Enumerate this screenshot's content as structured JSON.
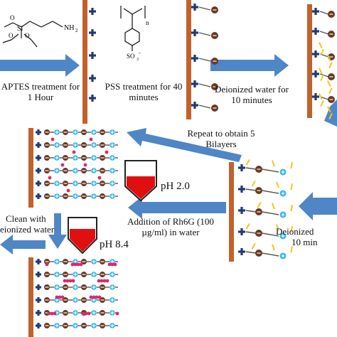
{
  "steps": {
    "aptes": {
      "line1": "APTES treatment for",
      "line2": "1 Hour"
    },
    "pss": {
      "line1": "PSS treatment for 40",
      "line2": "minutes"
    },
    "rinse1": {
      "line1": "Deionized water for",
      "line2": "10 minutes"
    },
    "repeat": {
      "line1": "Repeat to obtain 5",
      "line2": "Bilayers"
    },
    "dye": {
      "line1": "Addition of Rh6G (100",
      "line2": "µg/ml) in water"
    },
    "rinse2": {
      "line1": "Deionized",
      "line2": "10 min"
    },
    "clean": {
      "line1": "Clean with",
      "line2": "eionized water"
    }
  },
  "ph_low": "pH 2.0",
  "ph_high": "pH 8.4",
  "chem": {
    "nh2": "NH",
    "nh2_sub": "2",
    "n": "n",
    "so3": "SO",
    "so3_sub": "3",
    "so3_sup": "-",
    "si": "Si",
    "o1": "O",
    "o2": "O",
    "o3": "O"
  },
  "colors": {
    "substrate": "#c0622d",
    "plus": "#1f3b73",
    "anion": "#6b3a22",
    "cation": "#33b8e6",
    "arrow": "#4f86c6",
    "dye_dot": "#e0266c",
    "dye_liquid": "#e01010",
    "polymer": "#f5c518"
  }
}
